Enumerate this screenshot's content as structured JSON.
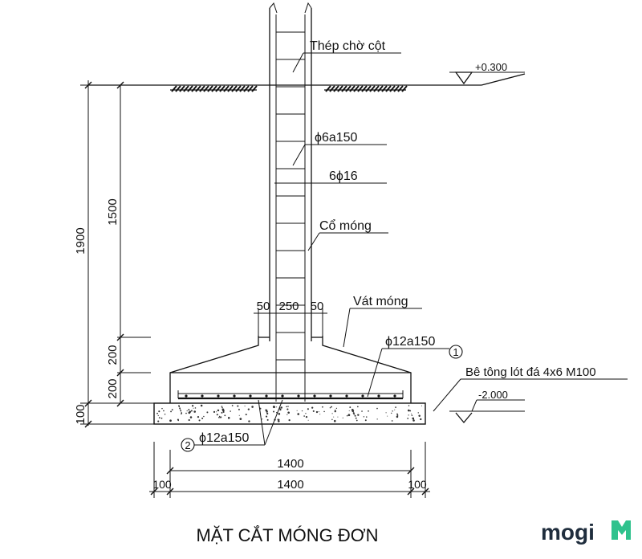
{
  "labels": {
    "column_starter_bars": "Thép chờ cột",
    "elevation_top": "+0.300",
    "stirrups": "ϕ6a150",
    "main_bars": "6ϕ16",
    "column_neck": "Cổ móng",
    "footing_slope": "Vát móng",
    "top_bar_callout": "ϕ12a150",
    "top_bar_marker": "1",
    "lean_concrete": "Bê tông lót đá 4x6 M100",
    "elevation_bottom": "-2.000",
    "bottom_bar_callout": "ϕ12a150",
    "bottom_bar_marker": "2"
  },
  "dimensions": {
    "total_height": "1900",
    "neck_height": "1500",
    "slope_height": "200",
    "base_height": "200",
    "lean_height": "100",
    "cover_left": "50",
    "column_width": "250",
    "cover_right": "50",
    "footing_width": "1400",
    "lean_width": "1400",
    "lean_overhang_left": "100",
    "lean_overhang_right": "100"
  },
  "caption": "MẶT CẮT MÓNG ĐƠN",
  "brand": {
    "logo_text": "mogi",
    "text_color": "#1f2d3d",
    "accent_color": "#2fc28d"
  }
}
